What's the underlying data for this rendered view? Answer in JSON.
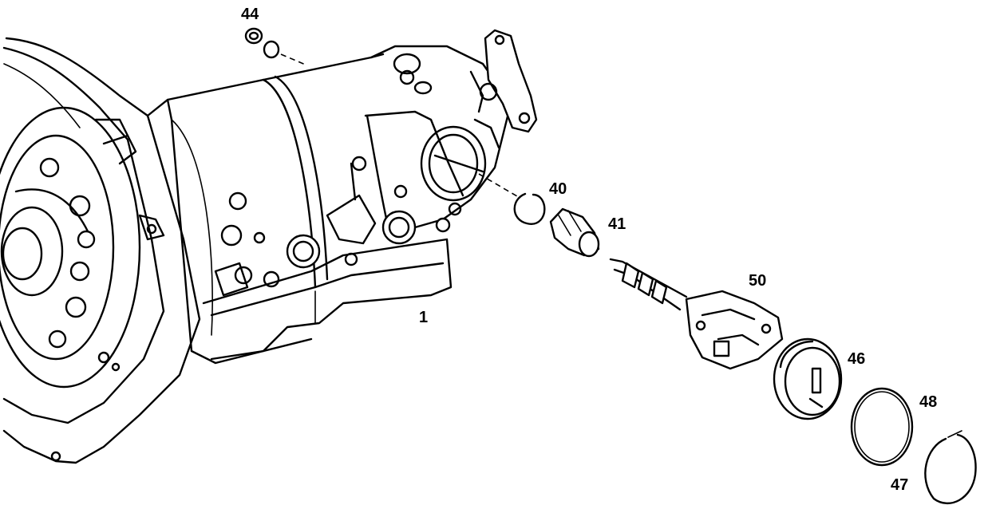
{
  "callouts": {
    "c44": "44",
    "c40": "40",
    "c41": "41",
    "c50": "50",
    "c1": "1",
    "c46": "46",
    "c48": "48",
    "c47": "47"
  }
}
